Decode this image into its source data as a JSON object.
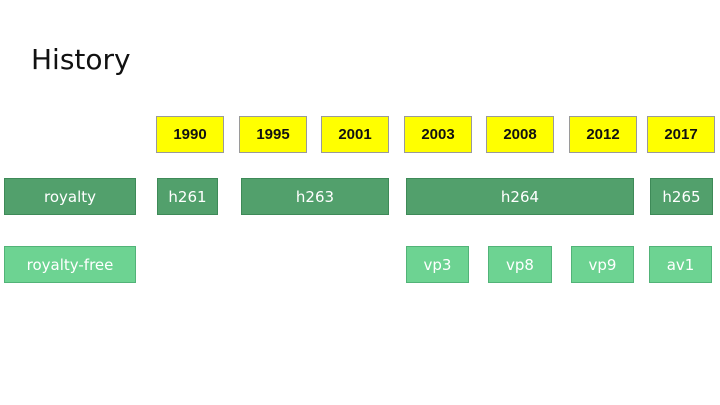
{
  "title": "History",
  "years": [
    "1990",
    "1995",
    "2001",
    "2003",
    "2008",
    "2012",
    "2017"
  ],
  "rows": {
    "royalty": {
      "label": "royalty",
      "codecs": [
        "h261",
        "h263",
        "h264",
        "h265"
      ]
    },
    "royalty_free": {
      "label": "royalty-free",
      "codecs": [
        "vp3",
        "vp8",
        "vp9",
        "av1"
      ]
    }
  },
  "colors": {
    "year_fill": "#ffff00",
    "royalty_fill": "#52a06c",
    "royalty_free_fill": "#6dd392"
  }
}
